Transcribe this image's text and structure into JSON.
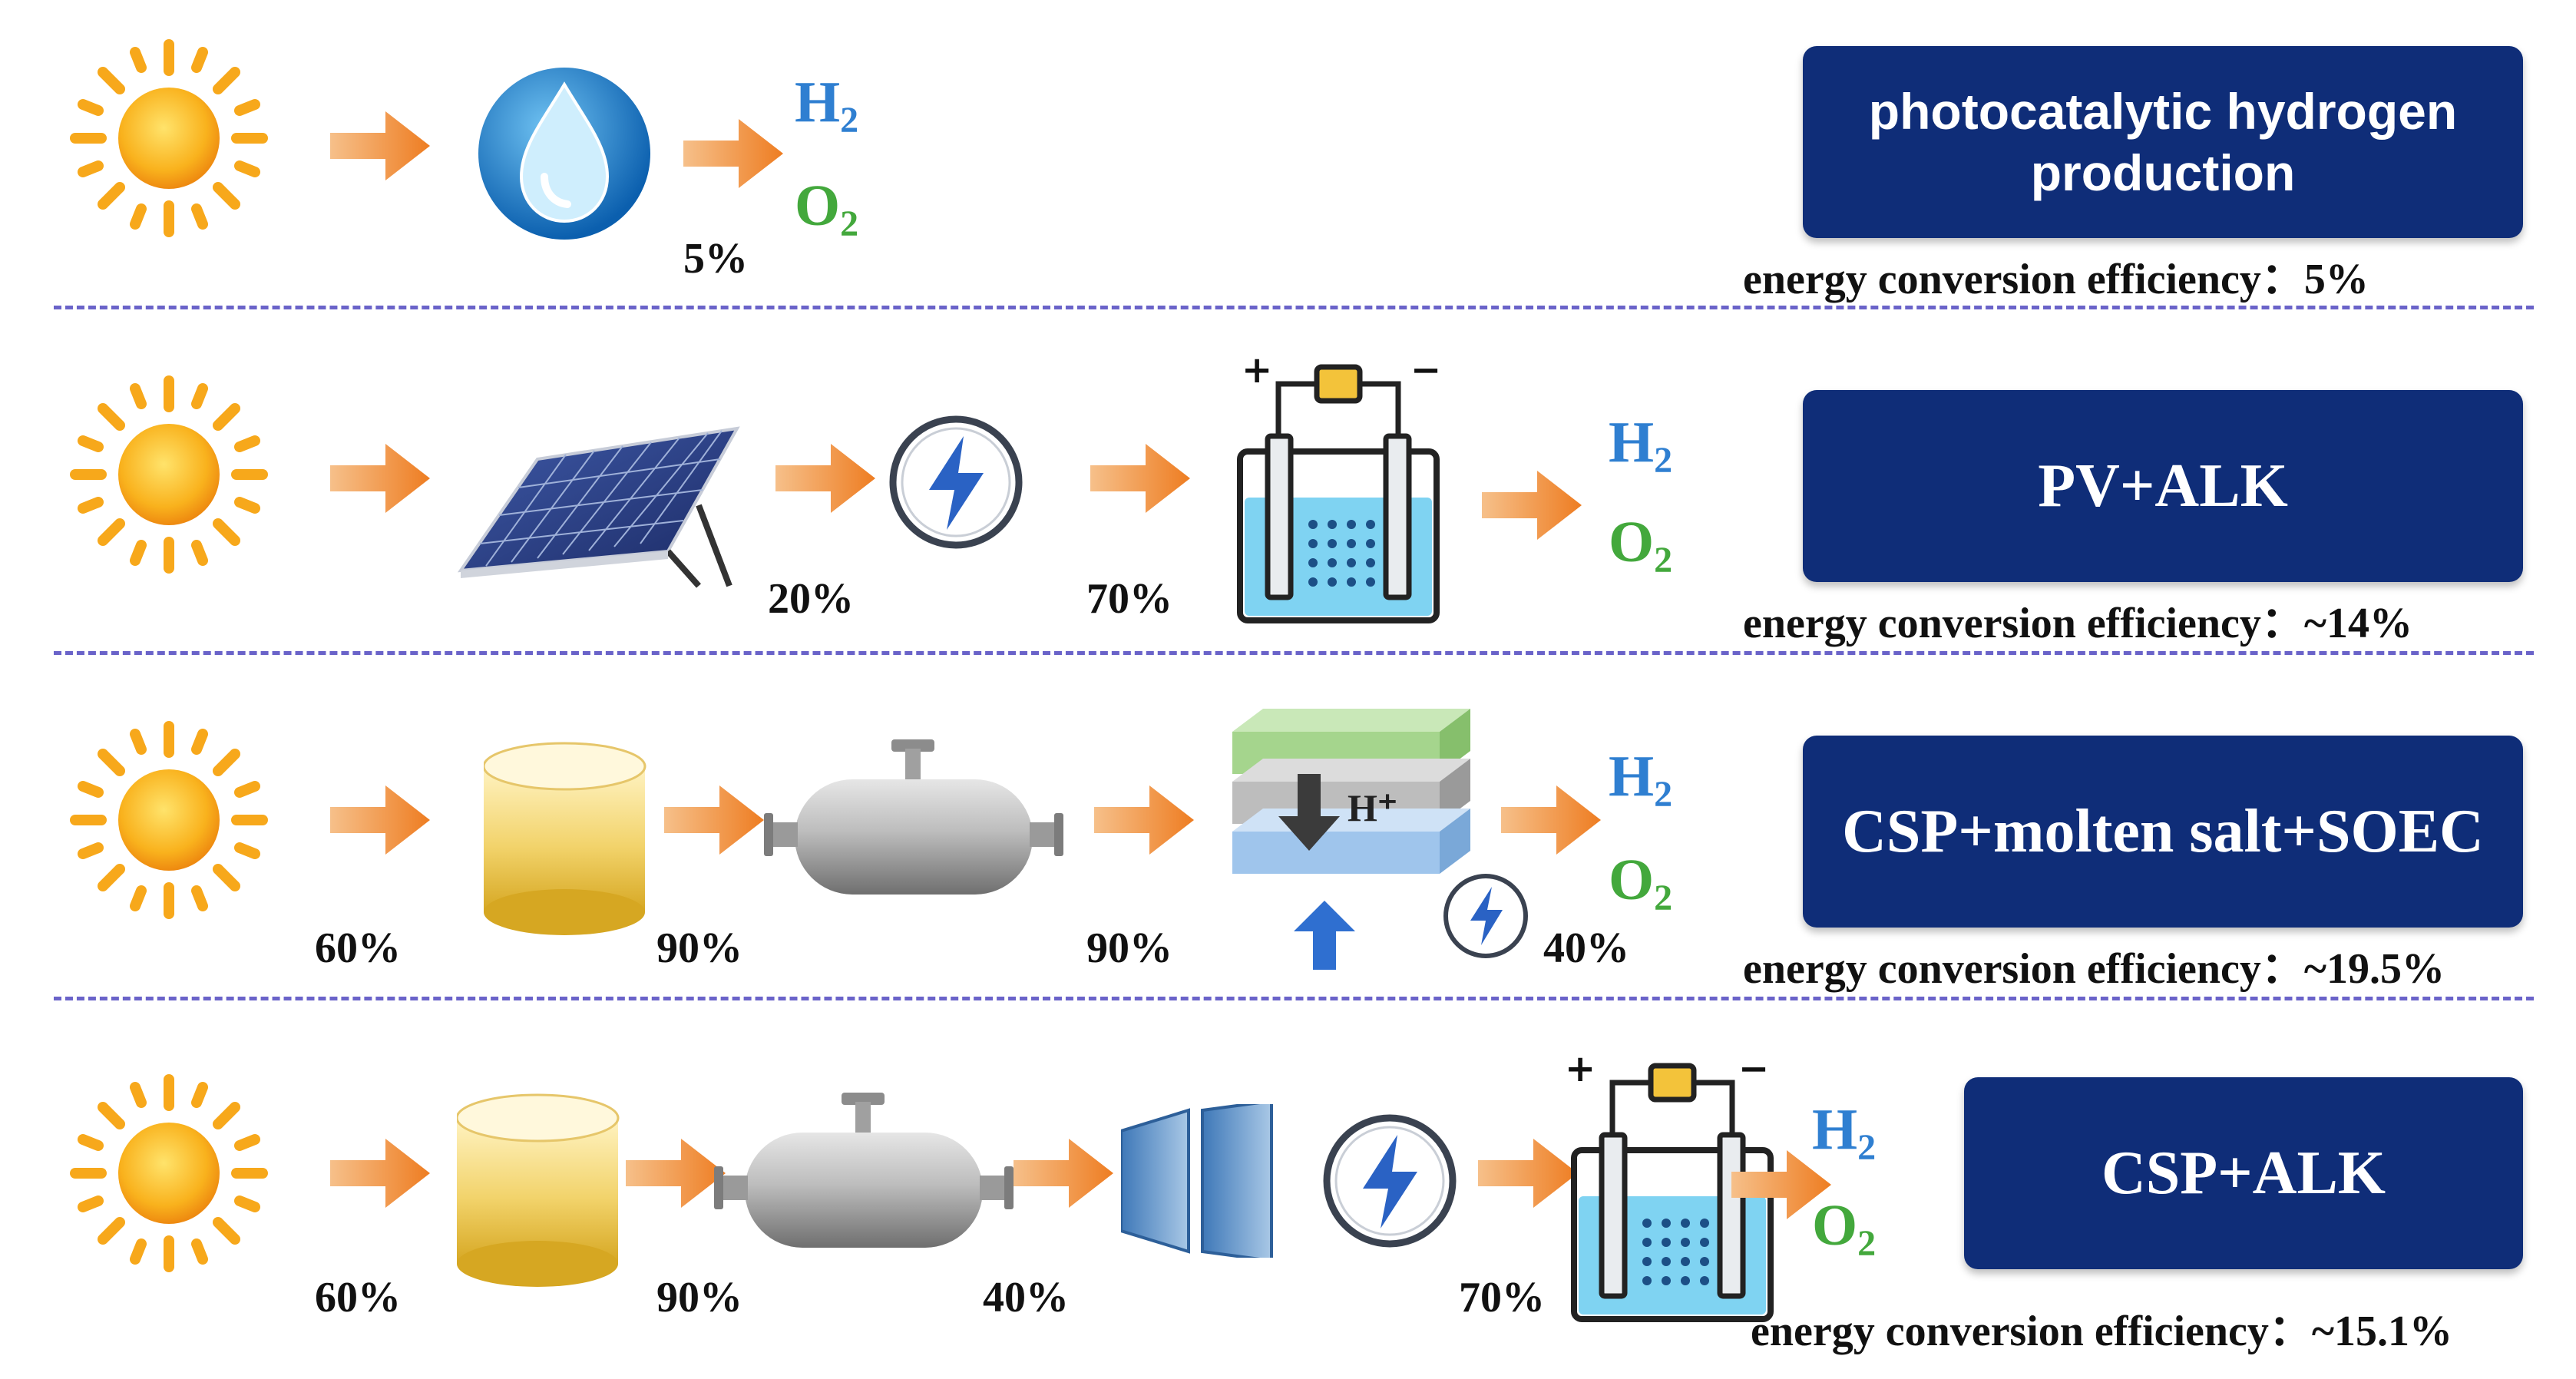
{
  "rows": [
    {
      "label": "photocatalytic hydrogen production",
      "efficiency": "energy conversion efficiency：5%",
      "percents": [
        "5%"
      ],
      "gas": {
        "h": "H",
        "o": "O",
        "sub": "2"
      }
    },
    {
      "label": "PV+ALK",
      "efficiency": "energy conversion efficiency：~14%",
      "percents": [
        "20%",
        "70%"
      ],
      "gas": {
        "h": "H",
        "o": "O",
        "sub": "2"
      }
    },
    {
      "label": "CSP+molten salt+SOEC",
      "efficiency": "energy conversion efficiency：~19.5%",
      "percents": [
        "60%",
        "90%",
        "90%",
        "40%"
      ],
      "gas": {
        "h": "H",
        "o": "O",
        "sub": "2"
      },
      "membrane_ion": "H⁺"
    },
    {
      "label": "CSP+ALK",
      "efficiency": "energy conversion efficiency：~15.1%",
      "percents": [
        "60%",
        "90%",
        "40%",
        "70%"
      ],
      "gas": {
        "h": "H",
        "o": "O",
        "sub": "2"
      }
    }
  ],
  "electrolyzer_terminals": {
    "plus": "+",
    "minus": "−"
  },
  "icons": [
    "sun-icon",
    "water-drop-icon",
    "solar-panel-icon",
    "lightning-icon",
    "electrolyzer-icon",
    "molten-salt-tank-icon",
    "heat-exchanger-icon",
    "soec-stack-icon",
    "turbine-icon",
    "arrow-icon"
  ],
  "colors": {
    "label_bg": "#0f2d78",
    "h2": "#2f7fd1",
    "o2": "#43a83c",
    "arrow": "#f08a2c",
    "sun": "#f7a81b",
    "divider": "#6a63c9"
  }
}
